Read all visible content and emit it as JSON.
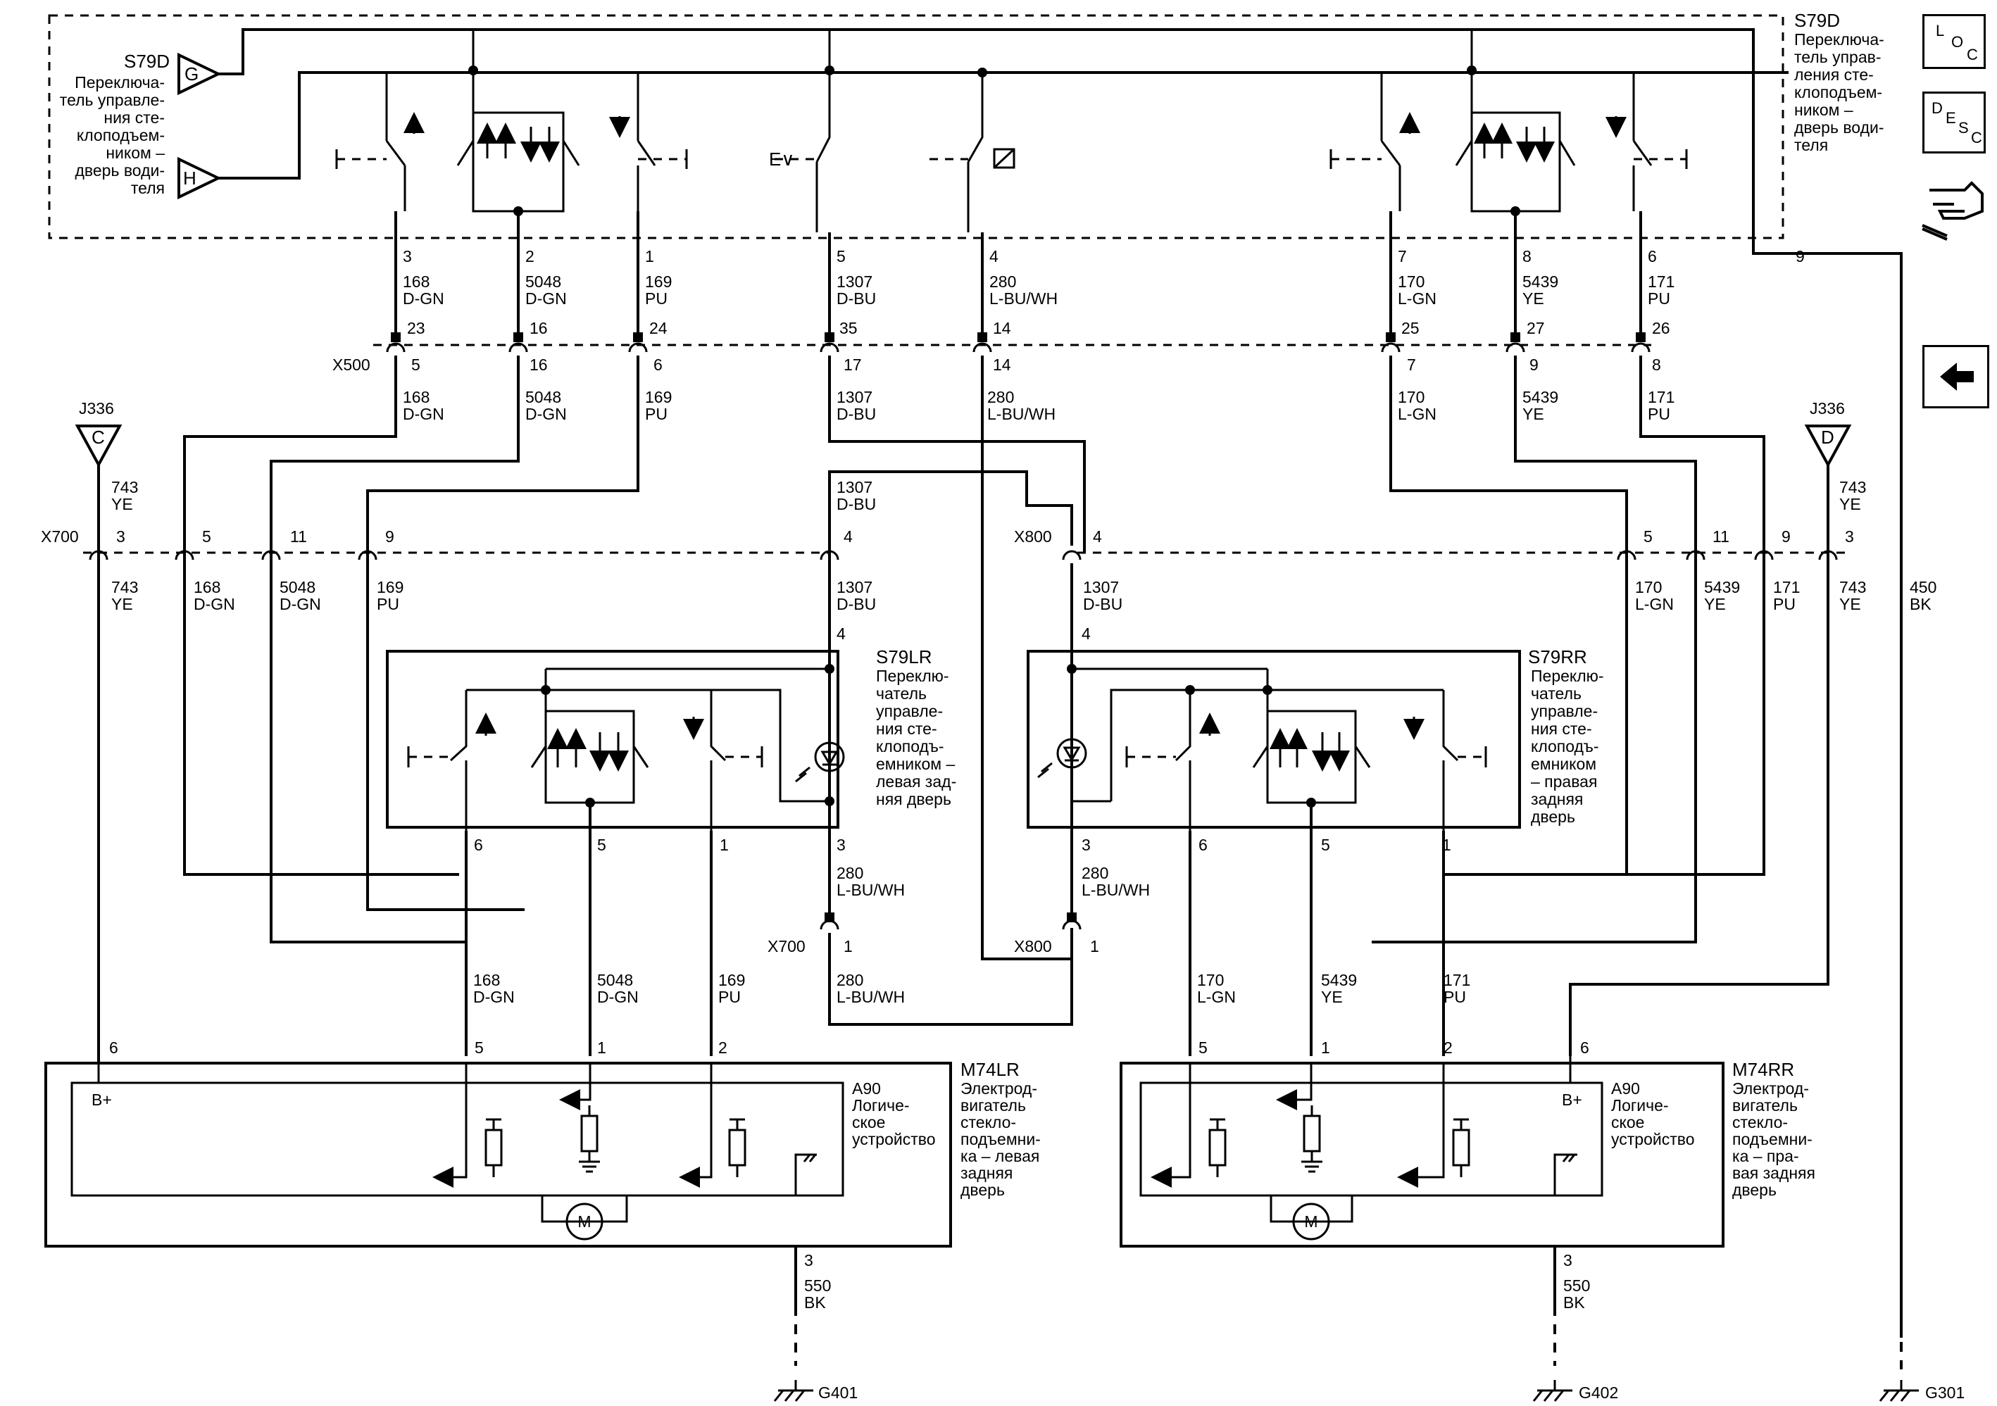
{
  "driver_switch": {
    "id": "S79D",
    "name": "Переключатель управления стеклоподъемником – дверь водителя",
    "name_lines_right": [
      "Переключа-",
      "тель управ-",
      "ления сте-",
      "клоподъем-",
      "ником –",
      "дверь води-",
      "теля"
    ],
    "name_lines_left": [
      "Переключа-",
      "тель управле-",
      "ния сте-",
      "клоподъем-",
      "ником –",
      "дверь води-",
      "теля"
    ]
  },
  "connectors": {
    "g": "G",
    "h": "H",
    "c": "C",
    "d": "D",
    "j336": "J336",
    "x500": "X500",
    "x700": "X700",
    "x800": "X800"
  },
  "upper_pins": [
    "3",
    "2",
    "1",
    "5",
    "4",
    "7",
    "8",
    "6",
    "9"
  ],
  "upper_wires": [
    {
      "circuit": "168",
      "color": "D-GN"
    },
    {
      "circuit": "5048",
      "color": "D-GN"
    },
    {
      "circuit": "169",
      "color": "PU"
    },
    {
      "circuit": "1307",
      "color": "D-BU"
    },
    {
      "circuit": "280",
      "color": "L-BU/WH"
    },
    {
      "circuit": "170",
      "color": "L-GN"
    },
    {
      "circuit": "5439",
      "color": "YE"
    },
    {
      "circuit": "171",
      "color": "PU"
    }
  ],
  "x500_pins_top": [
    "23",
    "16",
    "24",
    "35",
    "14",
    "25",
    "27",
    "26"
  ],
  "x500_pins_bottom": [
    "5",
    "16",
    "6",
    "17",
    "14",
    "7",
    "9",
    "8"
  ],
  "mid_wires": [
    {
      "circuit": "168",
      "color": "D-GN"
    },
    {
      "circuit": "5048",
      "color": "D-GN"
    },
    {
      "circuit": "169",
      "color": "PU"
    },
    {
      "circuit": "1307",
      "color": "D-BU"
    },
    {
      "circuit": "280",
      "color": "L-BU/WH"
    },
    {
      "circuit": "170",
      "color": "L-GN"
    },
    {
      "circuit": "5439",
      "color": "YE"
    },
    {
      "circuit": "171",
      "color": "PU"
    }
  ],
  "j336_wire": {
    "circuit": "743",
    "color": "YE"
  },
  "x700_pins": [
    "3",
    "5",
    "11",
    "9",
    "4"
  ],
  "x800_pins": [
    "4",
    "5",
    "11",
    "9",
    "3"
  ],
  "left_bus_wires": [
    {
      "circuit": "743",
      "color": "YE"
    },
    {
      "circuit": "168",
      "color": "D-GN"
    },
    {
      "circuit": "5048",
      "color": "D-GN"
    },
    {
      "circuit": "169",
      "color": "PU"
    },
    {
      "circuit": "1307",
      "color": "D-BU"
    }
  ],
  "right_bus_wires": [
    {
      "circuit": "1307",
      "color": "D-BU"
    },
    {
      "circuit": "170",
      "color": "L-GN"
    },
    {
      "circuit": "5439",
      "color": "YE"
    },
    {
      "circuit": "171",
      "color": "PU"
    },
    {
      "circuit": "743",
      "color": "YE"
    },
    {
      "circuit": "450",
      "color": "BK"
    }
  ],
  "lr_switch": {
    "id": "S79LR",
    "name_lines": [
      "Переклю-",
      "чатель",
      "управле-",
      "ния сте-",
      "клоподъ-",
      "емником –",
      "левая зад-",
      "няя дверь"
    ],
    "pins": [
      "6",
      "5",
      "1",
      "4",
      "3"
    ],
    "wire_280": {
      "circuit": "280",
      "color": "L-BU/WH"
    },
    "x700_pin": "1"
  },
  "rr_switch": {
    "id": "S79RR",
    "name_lines": [
      "Переклю-",
      "чатель",
      "управле-",
      "ния сте-",
      "клоподъ-",
      "емником",
      "– правая",
      "задняя",
      "дверь"
    ],
    "pins": [
      "6",
      "5",
      "1",
      "4",
      "3"
    ],
    "wire_280": {
      "circuit": "280",
      "color": "L-BU/WH"
    },
    "x800_pin": "1"
  },
  "lr_motor": {
    "id": "M74LR",
    "name_lines": [
      "Электрод-",
      "вигатель",
      "стекло-",
      "подъемни-",
      "ка – левая",
      "задняя",
      "дверь"
    ],
    "pins": [
      "6",
      "5",
      "1",
      "2",
      "3"
    ],
    "bplus": "B+",
    "logic_id": "A90",
    "logic_lines": [
      "Логиче-",
      "ское",
      "устройство"
    ],
    "motor": "M",
    "wires": [
      {
        "circuit": "168",
        "color": "D-GN"
      },
      {
        "circuit": "5048",
        "color": "D-GN"
      },
      {
        "circuit": "169",
        "color": "PU"
      }
    ],
    "ground_wire": {
      "circuit": "550",
      "color": "BK"
    },
    "ground": "G401"
  },
  "rr_motor": {
    "id": "M74RR",
    "name_lines": [
      "Электрод-",
      "вигатель",
      "стекло-",
      "подъемни-",
      "ка – пра-",
      "вая задняя",
      "дверь"
    ],
    "pins": [
      "5",
      "1",
      "2",
      "6",
      "3"
    ],
    "bplus": "B+",
    "logic_id": "A90",
    "logic_lines": [
      "Логиче-",
      "ское",
      "устройство"
    ],
    "motor": "M",
    "wires": [
      {
        "circuit": "170",
        "color": "L-GN"
      },
      {
        "circuit": "5439",
        "color": "YE"
      },
      {
        "circuit": "171",
        "color": "PU"
      }
    ],
    "ground_wire": {
      "circuit": "550",
      "color": "BK"
    },
    "ground": "G402"
  },
  "main_ground": "G301",
  "nav": {
    "loc": [
      "L",
      "O",
      "C"
    ],
    "desc": [
      "D",
      "E",
      "S",
      "C"
    ],
    "back_icon": "left-arrow-icon",
    "tools_icon": "wrench-hand-icon"
  }
}
